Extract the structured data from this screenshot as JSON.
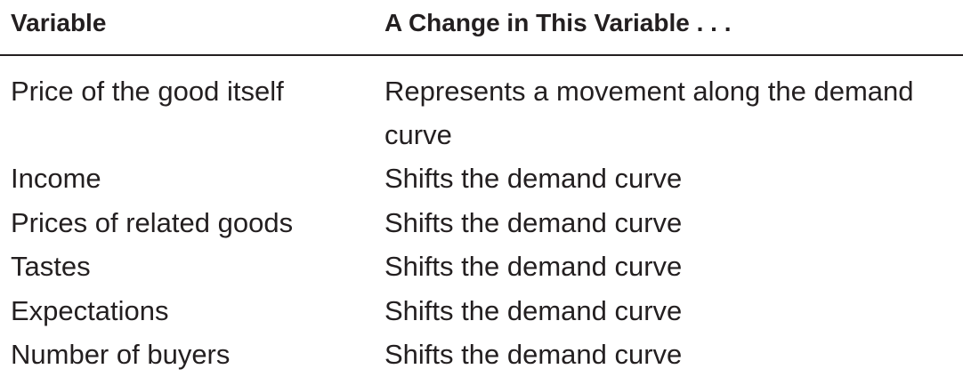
{
  "header": {
    "col_variable": "Variable",
    "col_change": "A Change in This Variable . . ."
  },
  "rows": [
    {
      "variable": "Price of the good itself",
      "effect": "Represents a movement along the demand curve"
    },
    {
      "variable": "Income",
      "effect": "Shifts the demand curve"
    },
    {
      "variable": "Prices of related goods",
      "effect": "Shifts the demand curve"
    },
    {
      "variable": "Tastes",
      "effect": "Shifts the demand curve"
    },
    {
      "variable": "Expectations",
      "effect": "Shifts the demand curve"
    },
    {
      "variable": "Number of buyers",
      "effect": "Shifts the demand curve"
    }
  ]
}
